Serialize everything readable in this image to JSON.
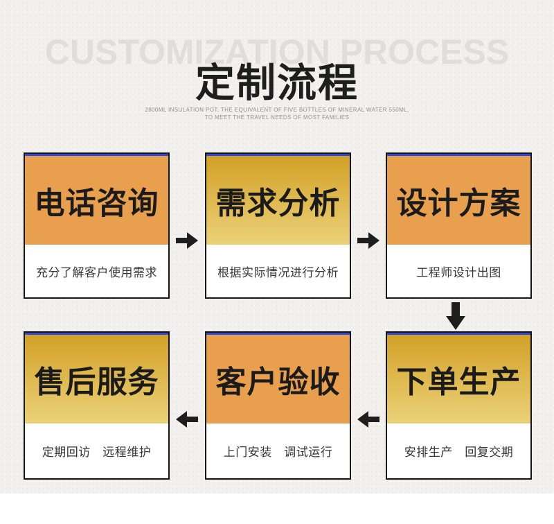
{
  "header": {
    "bg_text": "CUSTOMIZATION PROCESS",
    "title": "定制流程",
    "subtitle_line1": "2800ML INSULATION POT, THE EQUIVALENT OF FIVE BOTTLES OF MINERAL WATER 550ML,",
    "subtitle_line2": "TO MEET THE TRAVEL NEEDS OF MOST FAMILIES"
  },
  "colors": {
    "orange_solid": "#e8a04e",
    "gold_gradient_top": "#d2a127",
    "gold_gradient_bottom": "#ecd179",
    "accent_blue": "#2b48d6",
    "border_black": "#141414",
    "arrow_black": "#1e1e1e",
    "watermark_gray": "#dfdedb"
  },
  "steps": [
    {
      "title": "电话咨询",
      "desc": "充分了解客户使用需求",
      "style": "orange",
      "position": "row1-col1"
    },
    {
      "title": "需求分析",
      "desc": "根据实际情况进行分析",
      "style": "gold",
      "position": "row1-col2"
    },
    {
      "title": "设计方案",
      "desc": "工程师设计出图",
      "style": "orange",
      "position": "row1-col3"
    },
    {
      "title": "售后服务",
      "desc": "定期回访　远程维护",
      "style": "gold",
      "position": "row2-col1"
    },
    {
      "title": "客户验收",
      "desc": "上门安装　调试运行",
      "style": "orange",
      "position": "row2-col2"
    },
    {
      "title": "下单生产",
      "desc": "安排生产　回复交期",
      "style": "gold",
      "position": "row2-col3"
    }
  ],
  "flow": [
    "电话咨询",
    "需求分析",
    "设计方案",
    "下单生产",
    "客户验收",
    "售后服务"
  ]
}
